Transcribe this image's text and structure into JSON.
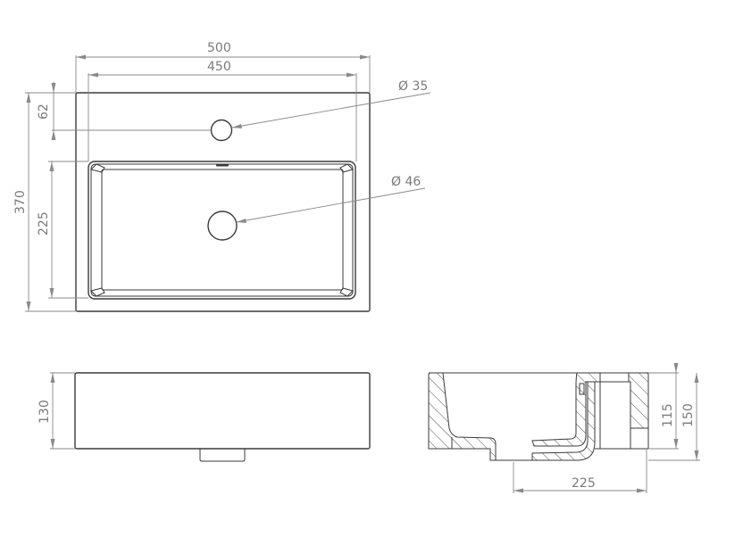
{
  "drawing": {
    "title": "Rectangular countertop washbasin dimension drawing",
    "units": "mm",
    "colors": {
      "outline": "#3a3a3a",
      "dimension": "#8a8a8a",
      "text": "#7a7a7a",
      "background": "#ffffff"
    }
  },
  "top_view": {
    "overall_width": "500",
    "bowl_width": "450",
    "overall_depth": "370",
    "bowl_depth": "225",
    "tap_hole_offset": "62",
    "tap_hole_diameter": "Ø 35",
    "drain_diameter": "Ø 46"
  },
  "front_view": {
    "height": "130"
  },
  "section_view": {
    "bowl_depth": "115",
    "overall_height": "150",
    "drain_offset": "225"
  }
}
